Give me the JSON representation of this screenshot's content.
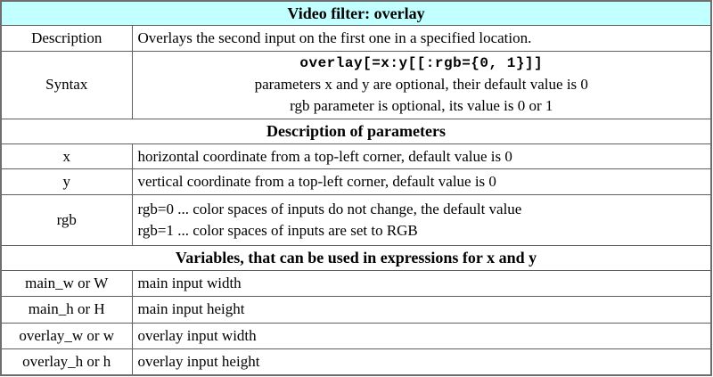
{
  "table": {
    "title": "Video filter: overlay",
    "colors": {
      "title_bg": "#c2ffff",
      "border": "#6e6e6e",
      "text": "#000000",
      "body_bg": "#ffffff"
    },
    "description_row": {
      "label": "Description",
      "text": "Overlays the second input on the first one in a specified location."
    },
    "syntax_row": {
      "label": "Syntax",
      "code": "overlay[=x:y[[:rgb={0, 1}]]",
      "notes": [
        "parameters x and y are optional, their default value is 0",
        "rgb parameter is optional, its value is 0 or 1"
      ]
    },
    "parameters_section": {
      "title": "Description of parameters",
      "rows": [
        {
          "name": "x",
          "desc": "horizontal coordinate from a top-left corner, default value is 0"
        },
        {
          "name": "y",
          "desc": "vertical coordinate from a top-left corner, default value is 0"
        },
        {
          "name": "rgb",
          "desc_lines": [
            "rgb=0 ... color spaces of inputs do not change, the default value",
            "rgb=1 ... color spaces of inputs are set to RGB"
          ]
        }
      ]
    },
    "variables_section": {
      "title": "Variables, that can be used in expressions for x and y",
      "rows": [
        {
          "name": "main_w or W",
          "desc": "main input width"
        },
        {
          "name": "main_h or H",
          "desc": "main input height"
        },
        {
          "name": "overlay_w or w",
          "desc": "overlay input width"
        },
        {
          "name": "overlay_h or h",
          "desc": "overlay input height"
        }
      ]
    }
  }
}
